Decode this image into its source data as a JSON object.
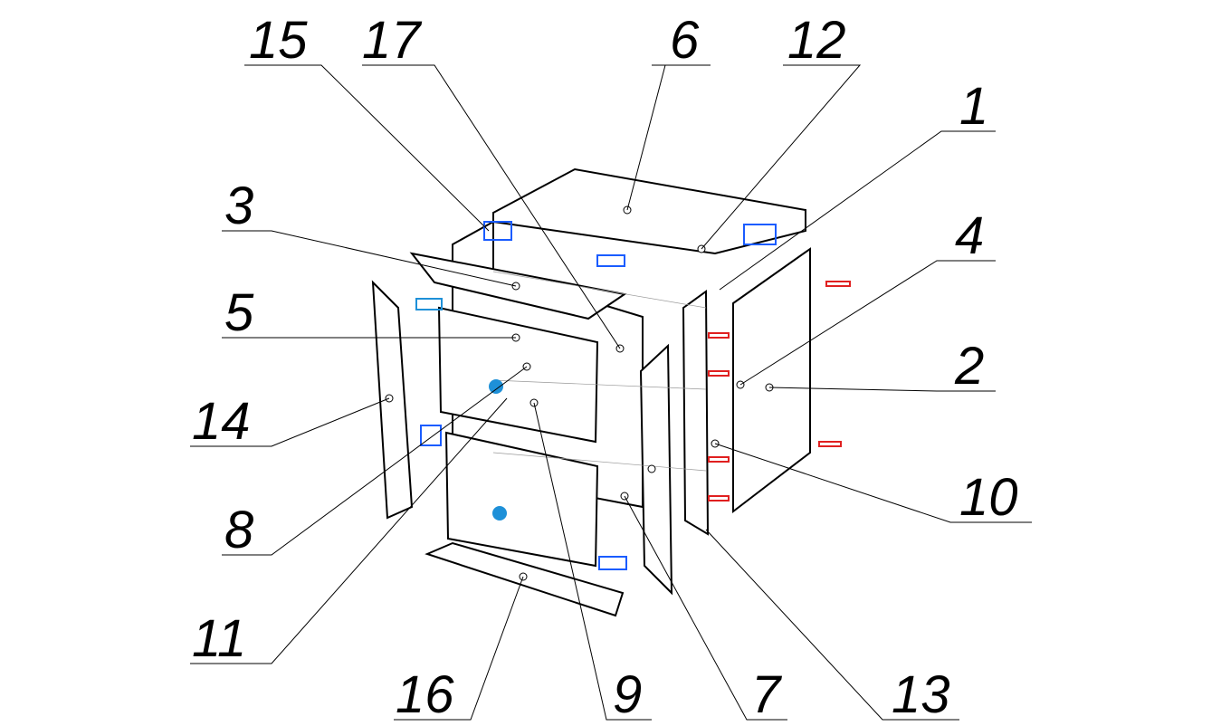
{
  "diagram": {
    "title": "Exploded assembly of chest of drawers",
    "callouts": [
      {
        "id": "c15",
        "text": "15"
      },
      {
        "id": "c17",
        "text": "17"
      },
      {
        "id": "c6",
        "text": "6"
      },
      {
        "id": "c12",
        "text": "12"
      },
      {
        "id": "c1",
        "text": "1"
      },
      {
        "id": "c3",
        "text": "3"
      },
      {
        "id": "c4",
        "text": "4"
      },
      {
        "id": "c5",
        "text": "5"
      },
      {
        "id": "c2",
        "text": "2"
      },
      {
        "id": "c14",
        "text": "14"
      },
      {
        "id": "c10",
        "text": "10"
      },
      {
        "id": "c8",
        "text": "8"
      },
      {
        "id": "c11",
        "text": "11"
      },
      {
        "id": "c16",
        "text": "16"
      },
      {
        "id": "c9",
        "text": "9"
      },
      {
        "id": "c7",
        "text": "7"
      },
      {
        "id": "c13",
        "text": "13"
      }
    ],
    "colors": {
      "fitting_blue": "#1a5cff",
      "fitting_cyan": "#1e90d8",
      "fitting_red": "#e02020",
      "line": "#000000"
    }
  }
}
